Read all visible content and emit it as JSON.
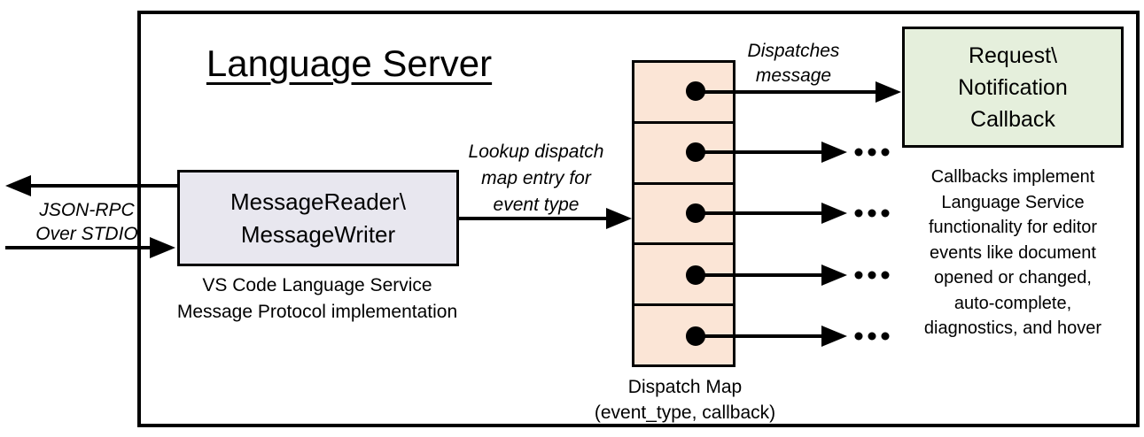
{
  "diagram": {
    "title": "Language Server",
    "left_channel": {
      "label": "JSON-RPC\nOver STDIO"
    },
    "message_box": {
      "label": "MessageReader\\\nMessageWriter",
      "caption": "VS Code Language Service\nMessage Protocol implementation"
    },
    "lookup_arrow_label": "Lookup dispatch\nmap entry for\nevent type",
    "dispatch_map": {
      "rows": 5,
      "caption": "Dispatch Map\n(event_type, callback)"
    },
    "dispatch_arrow_label": "Dispatches\nmessage",
    "callback_box": {
      "label": "Request\\\nNotification\nCallback"
    },
    "callback_note": "Callbacks implement\nLanguage Service\nfunctionality for editor\nevents like document\nopened or changed,\nauto-complete,\ndiagnostics, and hover",
    "icons": {
      "ellipsis": "•••"
    },
    "colors": {
      "message_box_fill": "#e8e7ef",
      "dispatch_map_fill": "#fbe5d6",
      "callback_box_fill": "#e5efdc",
      "line": "#000000",
      "background": "#ffffff"
    }
  }
}
